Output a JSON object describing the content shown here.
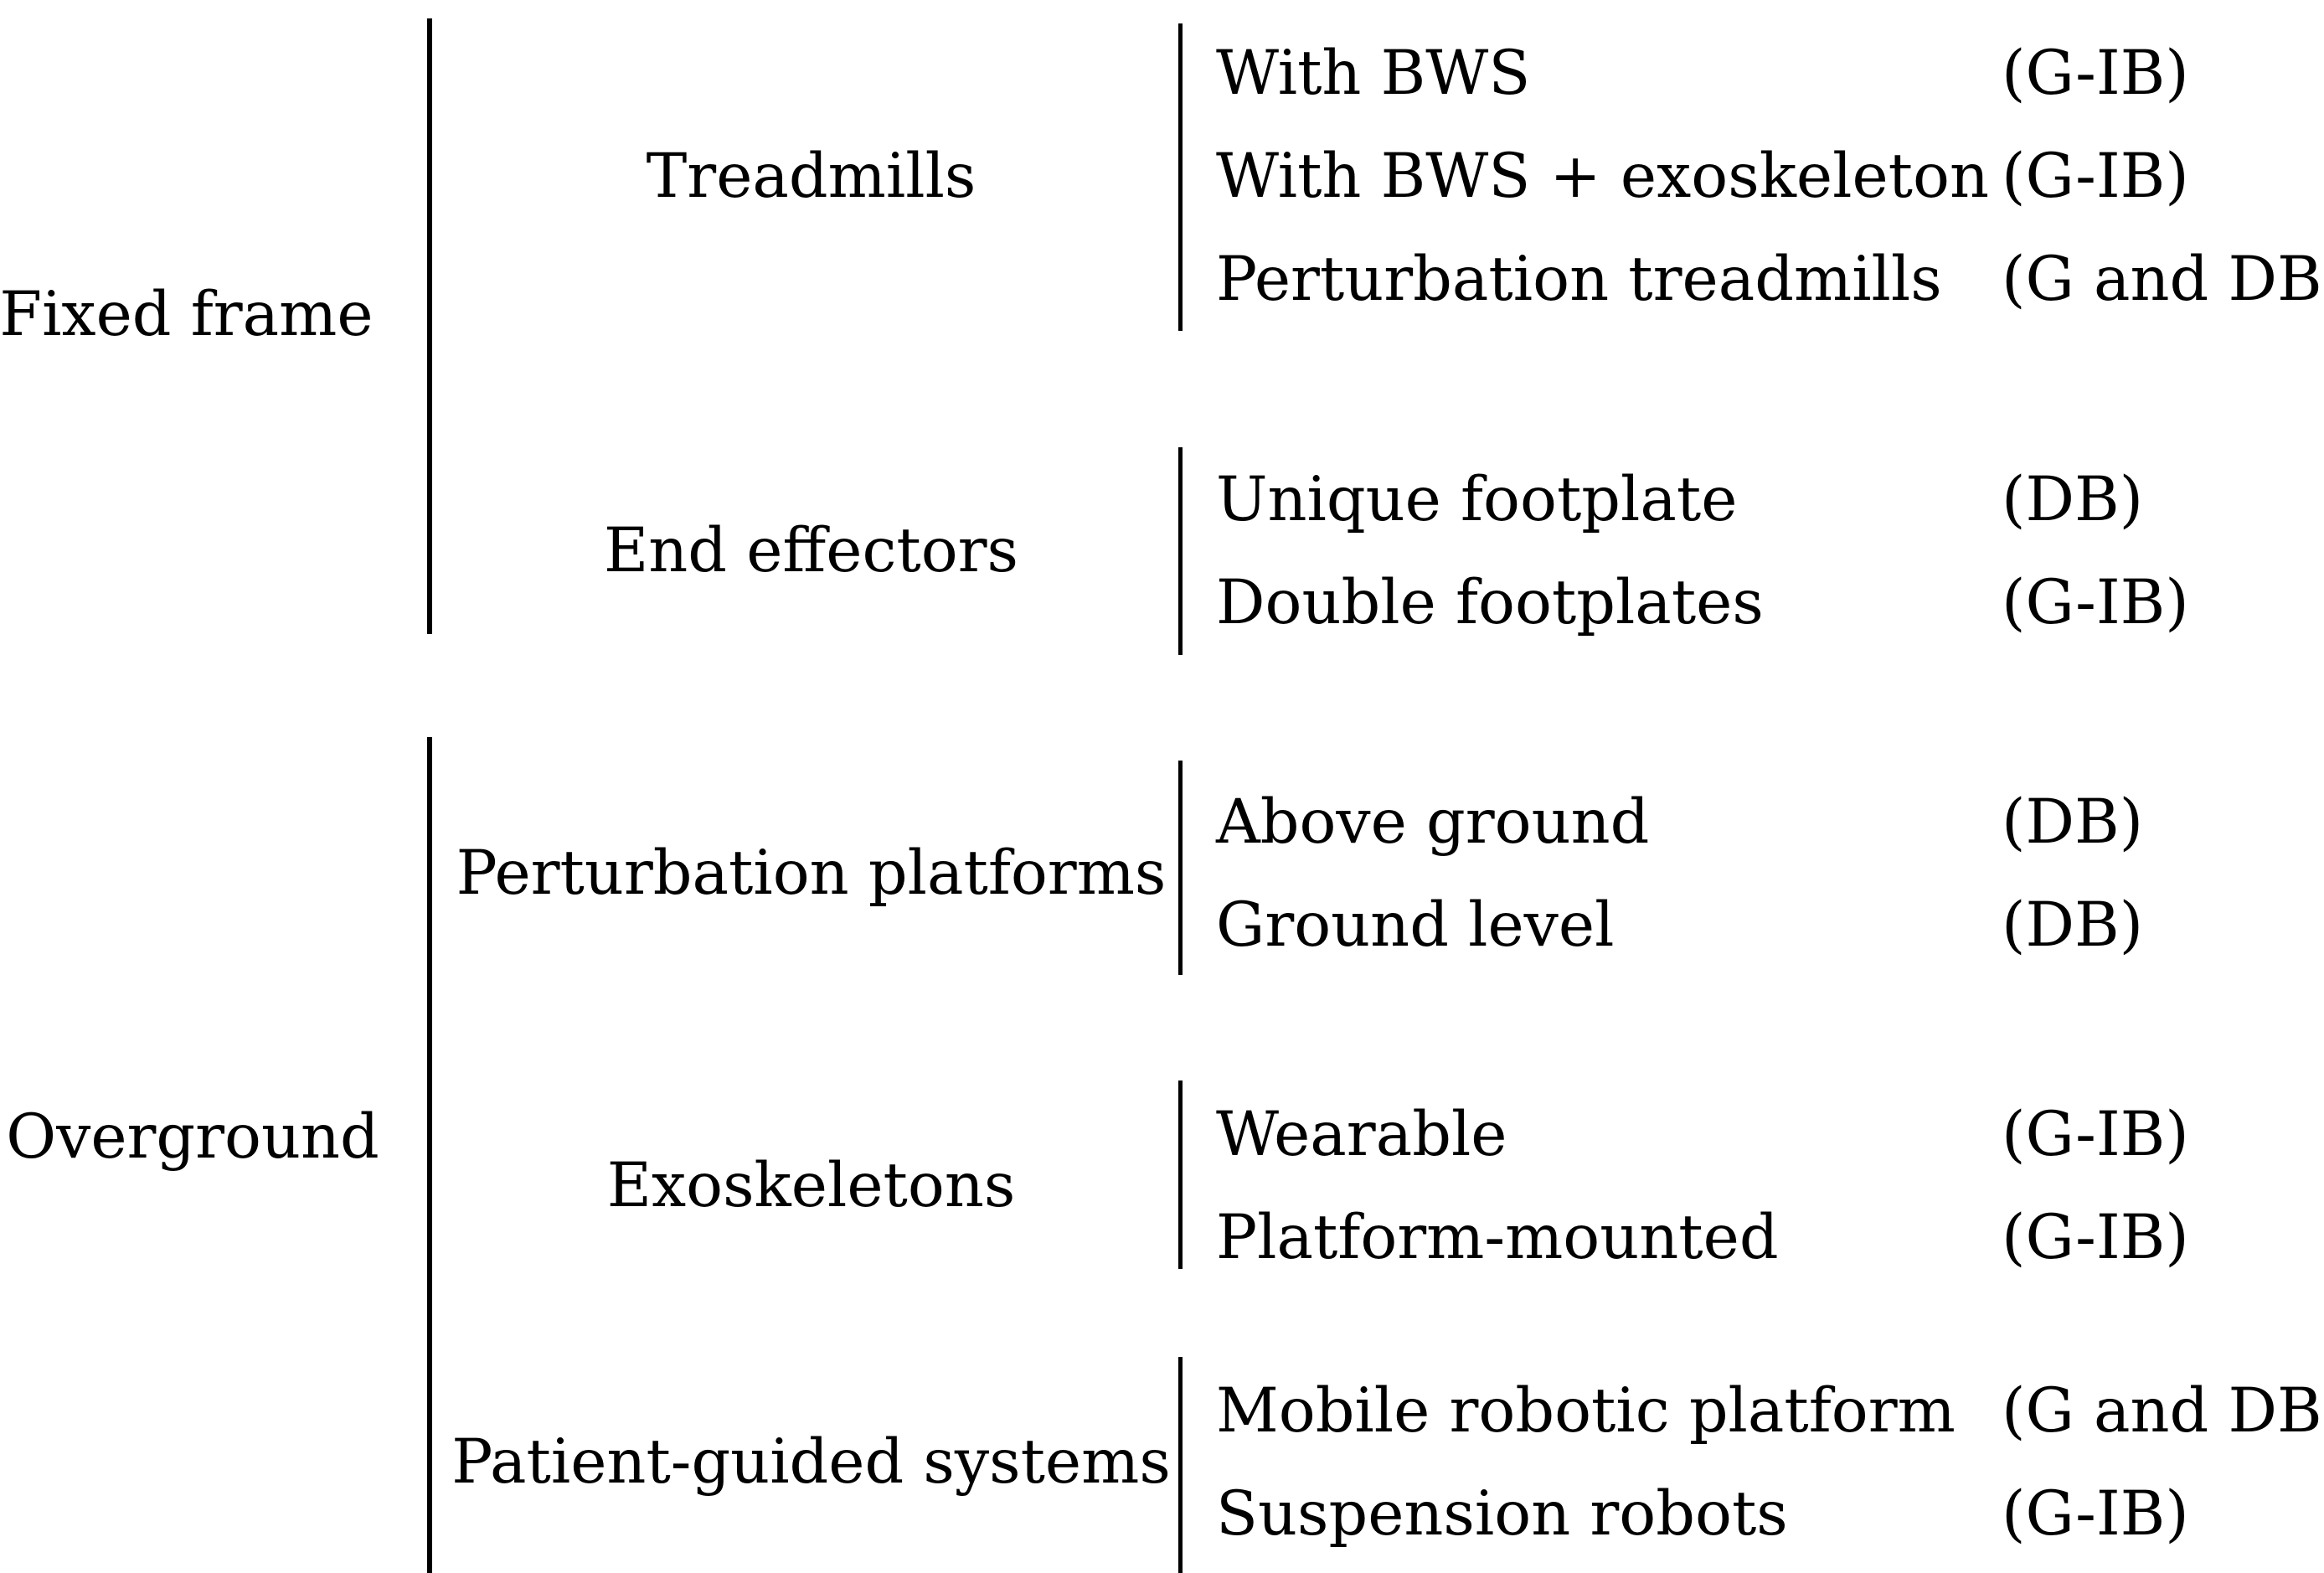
{
  "figure": {
    "background_color": "#ffffff",
    "text_color": "#000000",
    "line_color": "#000000",
    "groups": [
      {
        "label": "Fixed frame",
        "subgroups": [
          {
            "label": "Treadmills",
            "items": [
              {
                "name": "With BWS",
                "code": "(G-IB)"
              },
              {
                "name": "With BWS + exoskeleton",
                "code": "(G-IB)"
              },
              {
                "name": "Perturbation treadmills",
                "code": "(G and DB)"
              }
            ]
          },
          {
            "label": "End effectors",
            "items": [
              {
                "name": "Unique footplate",
                "code": "(DB)"
              },
              {
                "name": "Double footplates",
                "code": "(G-IB)"
              }
            ]
          }
        ]
      },
      {
        "label": "Overground",
        "subgroups": [
          {
            "label": "Perturbation platforms",
            "items": [
              {
                "name": "Above ground",
                "code": "(DB)"
              },
              {
                "name": "Ground level",
                "code": "(DB)"
              }
            ]
          },
          {
            "label": "Exoskeletons",
            "items": [
              {
                "name": "Wearable",
                "code": "(G-IB)"
              },
              {
                "name": "Platform-mounted",
                "code": "(G-IB)"
              }
            ]
          },
          {
            "label": "Patient-guided systems",
            "items": [
              {
                "name": "Mobile robotic platform",
                "code": "(G and DB)"
              },
              {
                "name": "Suspension robots",
                "code": "(G-IB)"
              }
            ]
          }
        ]
      }
    ]
  }
}
